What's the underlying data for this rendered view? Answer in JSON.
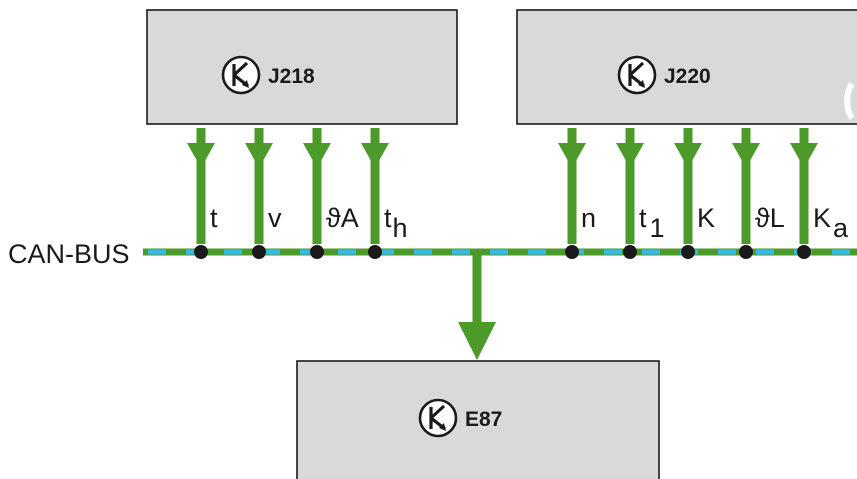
{
  "bus": {
    "label": "CAN-BUS",
    "colors": {
      "green": "#4c9a2a",
      "blue": "#33b9ea"
    }
  },
  "modules": {
    "j218": {
      "label": "J218",
      "icon": "control-unit-icon"
    },
    "j220": {
      "label": "J220",
      "icon": "control-unit-icon"
    },
    "e87": {
      "label": "E87",
      "icon": "control-unit-icon"
    }
  },
  "signals": {
    "j218": [
      {
        "main": "t",
        "sub": ""
      },
      {
        "main": "v",
        "sub": ""
      },
      {
        "main": "ϑA",
        "sub": ""
      },
      {
        "main": "t",
        "sub": "h"
      }
    ],
    "j220": [
      {
        "main": "n",
        "sub": ""
      },
      {
        "main": "t",
        "sub": "1"
      },
      {
        "main": "K",
        "sub": ""
      },
      {
        "main": "ϑL",
        "sub": ""
      },
      {
        "main": "K",
        "sub": "a"
      }
    ]
  }
}
